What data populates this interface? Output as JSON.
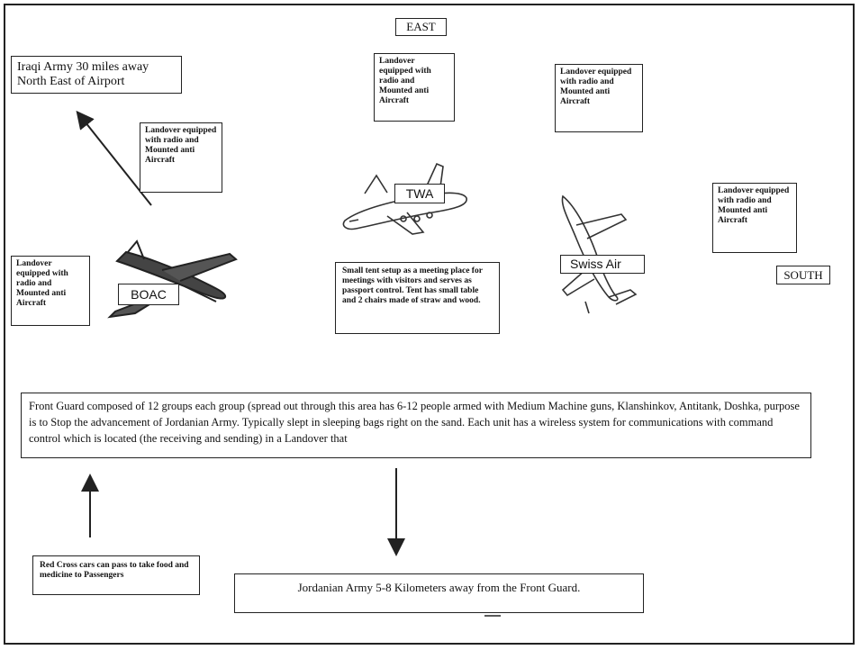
{
  "directions": {
    "east": "EAST",
    "south": "SOUTH"
  },
  "iraqi_army": "Iraqi Army 30 miles away North East of Airport",
  "landover_note": "Landover equipped with radio and Mounted anti Aircraft",
  "planes": {
    "twa": "TWA",
    "swiss_air": "Swiss Air",
    "boac": "BOAC"
  },
  "tent_note": "Small tent setup as a meeting place for meetings with visitors and serves as passport control.  Tent has small table and 2 chairs made of straw and wood.",
  "front_guard": "Front Guard composed of 12 groups each group (spread out through this area has 6-12 people armed with Medium Machine guns, Klanshinkov, Antitank, Doshka, purpose is to Stop the advancement of Jordanian Army.  Typically slept in sleeping bags right on the sand. Each unit has a wireless system for communications with command control which is located (the receiving and sending) in a Landover that",
  "red_cross": "Red Cross cars can pass to take food and medicine to Passengers",
  "jordanian_army": "Jordanian Army 5-8 Kilometers away from the Front Guard."
}
